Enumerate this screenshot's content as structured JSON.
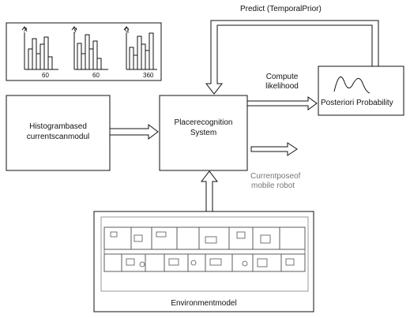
{
  "labels": {
    "predict": "Predict (TemporalPrior)",
    "compute_1": "Compute",
    "compute_2": "likelihood",
    "posteriori": "Posteriori Probability",
    "histogram_1": "Histogrambased",
    "histogram_2": "currentscanmodul",
    "place_1": "Placerecognition",
    "place_2": "System",
    "current_pose_1": "Currentposeof",
    "current_pose_2": "mobile robot",
    "environment": "Environmentmodel"
  },
  "histograms": [
    {
      "axis_label": "x",
      "tick_label": "60"
    },
    {
      "axis_label": "y",
      "tick_label": "60"
    },
    {
      "axis_label": "q",
      "tick_label": "360"
    }
  ],
  "colors": {
    "line": "#111111",
    "muted_text": "#777777"
  }
}
